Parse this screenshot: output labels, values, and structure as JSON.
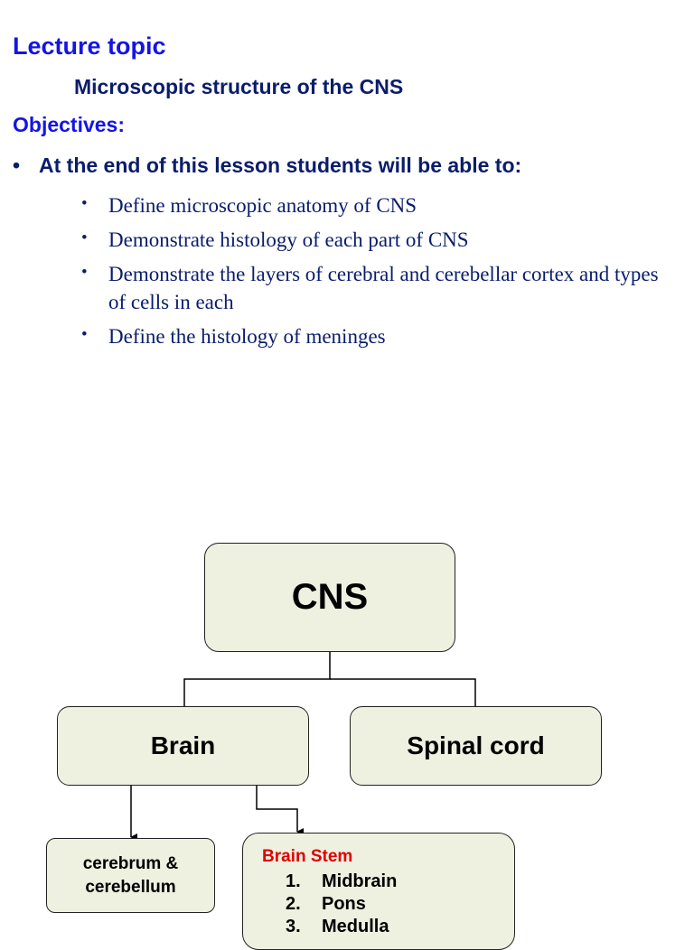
{
  "header": {
    "lecture_label": "Lecture topic",
    "lecture_title": "Microscopic structure of the CNS",
    "objectives_label": "Objectives:"
  },
  "objectives": {
    "lead_bullet": "•",
    "lead": "At the end of this lesson students will be able to:",
    "sub_bullet": "•",
    "items": [
      "Define microscopic anatomy of CNS",
      "Demonstrate histology of each part of CNS",
      "Demonstrate the layers of cerebral and cerebellar cortex and types of cells in each",
      "Define the histology of meninges"
    ]
  },
  "diagram": {
    "root": "CNS",
    "brain": "Brain",
    "spinal": "Spinal cord",
    "cerebrum": "cerebrum &\ncerebellum",
    "brain_stem": {
      "title": "Brain Stem",
      "items": [
        {
          "num": "1.",
          "label": "Midbrain"
        },
        {
          "num": "2.",
          "label": "Pons"
        },
        {
          "num": "3.",
          "label": "Medulla"
        }
      ]
    }
  },
  "colors": {
    "heading_blue": "#1414e6",
    "navy_text": "#0a1d6b",
    "box_fill": "#eef0e0",
    "brain_stem_red": "#e00000"
  }
}
